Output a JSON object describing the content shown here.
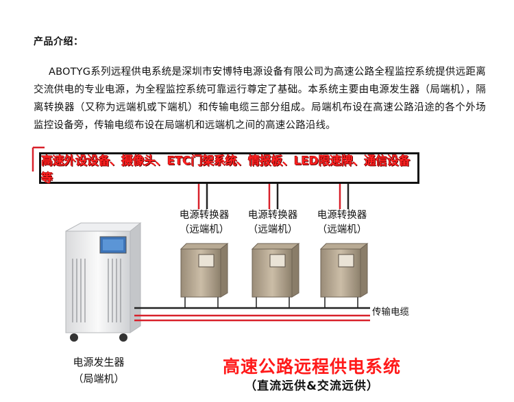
{
  "heading": "产品介绍：",
  "intro": "ABOTYG系列远程供电系统是深圳市安博特电源设备有限公司为高速公路全程监控系统提供远距离交流供电的专业电源，为全程监控系统可靠运行尊定了基础。本系统主要由电源发生器（局端机），隔离转换器（又称为远端机或下端机）和传输电缆三部分组成。局端机布设在高速公路沿途的各个外场监控设备旁，传输电缆布设在局端机和远端机之间的高速公路沿线。",
  "diagram": {
    "banner": "高速外设设备、摄像头、ETC门架系统、情报板、LED限速牌、通信设备等",
    "converters": [
      {
        "name": "电源转换器",
        "sub": "（远端机）"
      },
      {
        "name": "电源转换器",
        "sub": "（远端机）"
      },
      {
        "name": "电源转换器",
        "sub": "（远端机）"
      }
    ],
    "cable_label": "传输电缆",
    "generator": {
      "name": "电源发生器",
      "sub": "（局端机）"
    },
    "title": "高速公路远程供电系统",
    "subtitle": "（直流远供&交流远供）",
    "colors": {
      "banner_text": "#ff2020",
      "title": "#ff1a1a",
      "wire_red": "#d8202a",
      "wire_dark": "#222222"
    }
  }
}
